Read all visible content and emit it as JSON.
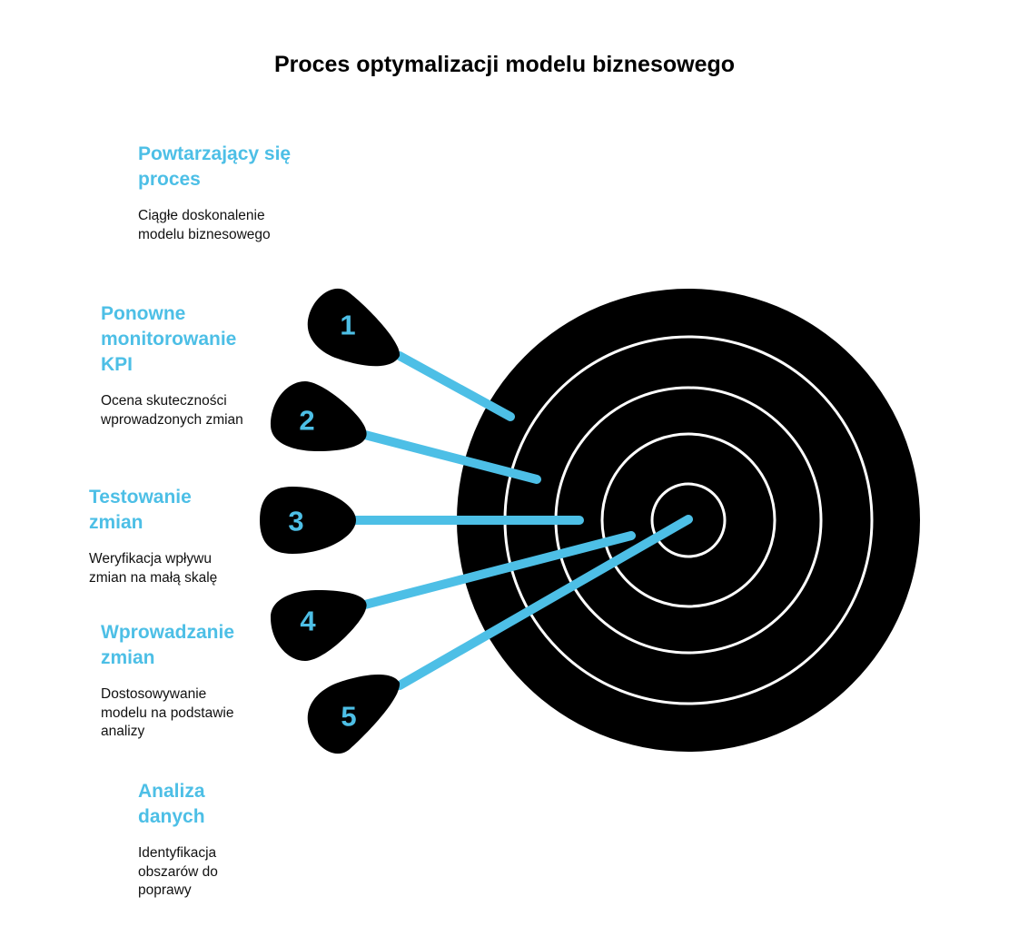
{
  "title": "Proces optymalizacji modelu biznesowego",
  "colors": {
    "accent": "#4dbfe6",
    "target": "#000000",
    "ring": "#ffffff",
    "text": "#111111"
  },
  "steps": [
    {
      "title": "Powtarzający się proces",
      "description": "Ciągłe doskonalenie modelu biznesowego"
    },
    {
      "title": "Ponowne monitorowanie KPI",
      "description": "Ocena skuteczności wprowadzonych zmian"
    },
    {
      "title": "Testowanie zmian",
      "description": "Weryfikacja wpływu zmian na małą skalę"
    },
    {
      "title": "Wprowadzanie zmian",
      "description": "Dostosowywanie modelu na podstawie analizy"
    },
    {
      "title": "Analiza danych",
      "description": "Identyfikacja obszarów do poprawy"
    }
  ],
  "darts": [
    {
      "number": "1"
    },
    {
      "number": "2"
    },
    {
      "number": "3"
    },
    {
      "number": "4"
    },
    {
      "number": "5"
    }
  ]
}
